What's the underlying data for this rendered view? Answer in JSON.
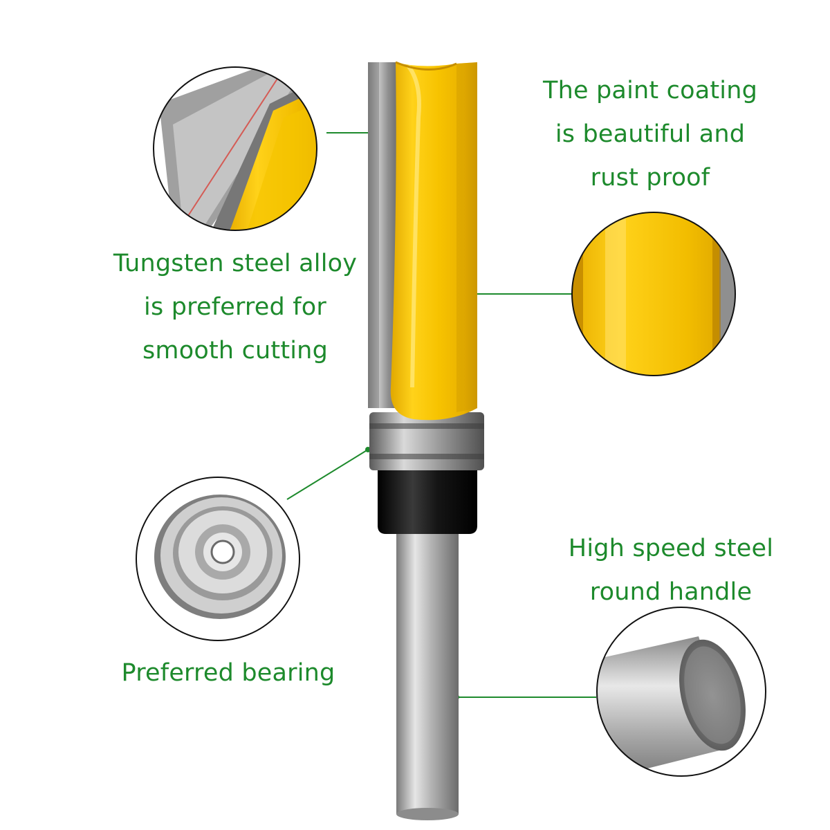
{
  "callouts": {
    "paint": {
      "line1": "The paint coating",
      "line2": "is beautiful and",
      "line3": "rust proof"
    },
    "tungsten": {
      "line1": "Tungsten steel alloy",
      "line2": "is preferred for",
      "line3": "smooth cutting"
    },
    "speed": {
      "line1": "High speed steel",
      "line2": "round handle"
    },
    "bearing": {
      "line1": "Preferred bearing"
    }
  },
  "colors": {
    "label_text": "#1d8a2c",
    "leader_line": "#1d8a2c",
    "flute_yellow": "#f5c400",
    "carbide_grey": "#9a9a9a",
    "collar_black": "#111111"
  }
}
